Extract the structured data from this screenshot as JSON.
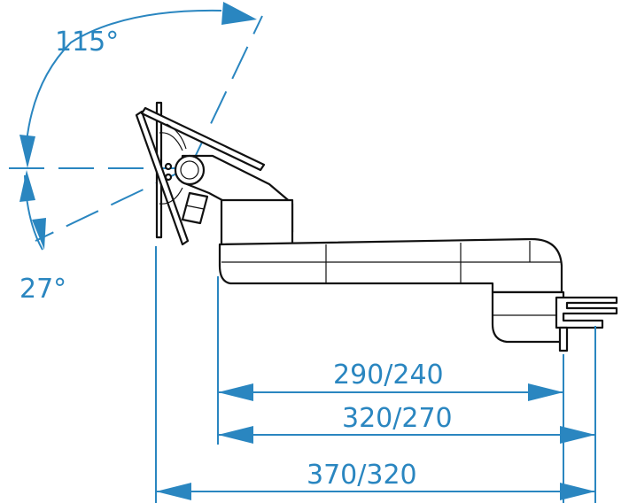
{
  "colors": {
    "dimension": "#2a86c0",
    "outline": "#111111",
    "background": "#ffffff"
  },
  "angles": {
    "upper": "115°",
    "lower": "27°"
  },
  "dimensions": {
    "inner": "290/240",
    "middle": "320/270",
    "outer": "370/320"
  }
}
